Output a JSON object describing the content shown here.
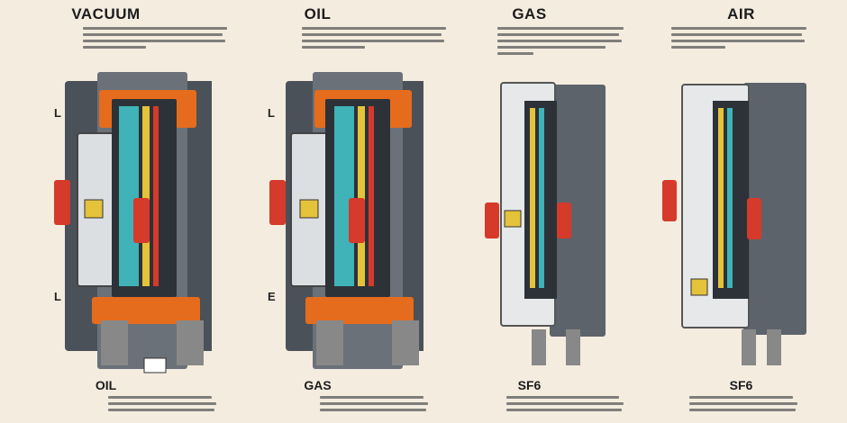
{
  "panels": [
    {
      "title": "VACUUM",
      "bottom_title": "OIL",
      "side_labels": [
        {
          "text": "L"
        },
        {
          "text": "L"
        }
      ],
      "colors": {
        "body": "#dcdfe2",
        "frame": "#555b63",
        "accent": "#e56c1c",
        "handle": "#d63a2a",
        "window": "#e4c23a"
      }
    },
    {
      "title": "OIL",
      "bottom_title": "GAS",
      "side_labels": [
        {
          "text": "L"
        },
        {
          "text": "E"
        }
      ],
      "colors": {
        "body": "#dcdfe2",
        "frame": "#555b63",
        "accent": "#e56c1c",
        "handle": "#d63a2a",
        "window": "#e4c23a"
      }
    },
    {
      "title": "GAS",
      "bottom_title": "SF6",
      "side_labels": [],
      "colors": {
        "body": "#e6e8ea",
        "frame": "#5d636b",
        "accent": "#e6e8ea",
        "handle": "#d63a2a",
        "window": "#e4c23a"
      }
    },
    {
      "title": "AIR",
      "bottom_title": "SF6",
      "side_labels": [],
      "colors": {
        "body": "#e6e8ea",
        "frame": "#5d636b",
        "accent": "#e6e8ea",
        "handle": "#d63a2a",
        "window": "#e4c23a"
      }
    }
  ]
}
